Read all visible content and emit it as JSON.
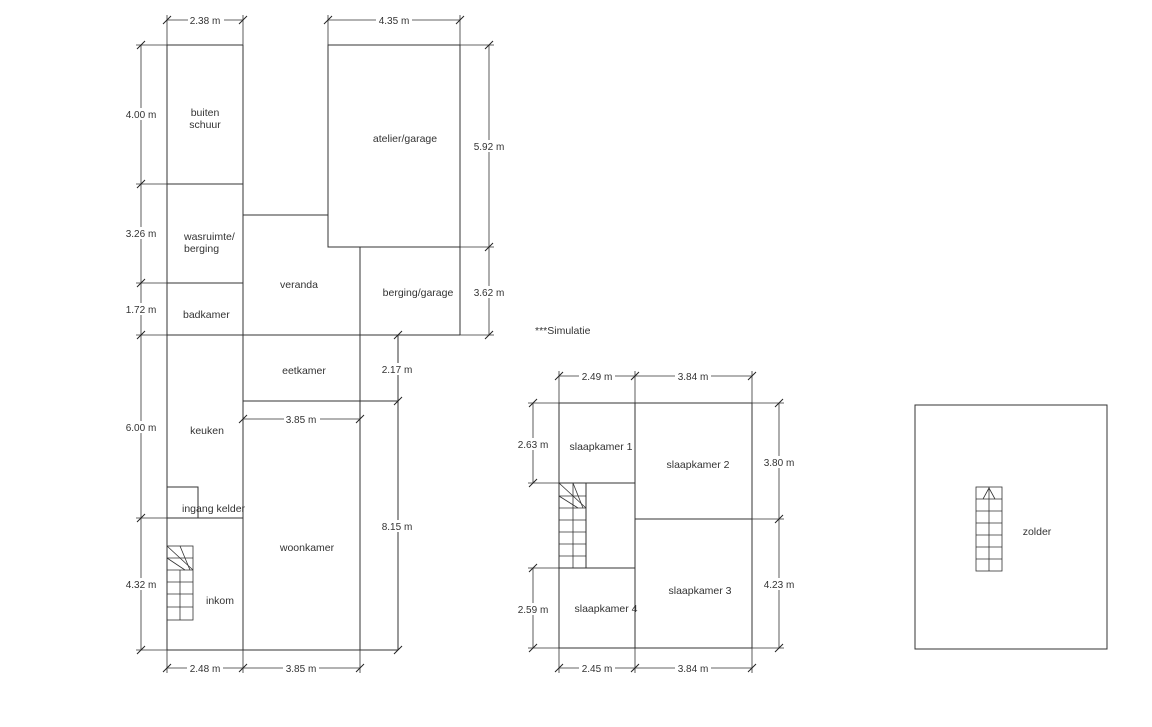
{
  "note": "***Simulatie",
  "ground_floor": {
    "rooms": {
      "buiten_schuur": [
        "buiten",
        "schuur"
      ],
      "wasruimte_berging": [
        "wasruimte/",
        "berging"
      ],
      "badkamer": "badkamer",
      "veranda": "veranda",
      "atelier_garage": "atelier/garage",
      "berging_garage": "berging/garage",
      "eetkamer": "eetkamer",
      "keuken": "keuken",
      "ingang_kelder": "ingang kelder",
      "woonkamer": "woonkamer",
      "inkom": "inkom"
    },
    "dims": {
      "top_left_width": "2.38 m",
      "top_right_width": "4.35 m",
      "schuur_height": "4.00 m",
      "wasruimte_height": "3.26 m",
      "badkamer_height": "1.72 m",
      "keuken_height": "6.00 m",
      "inkom_height": "4.32 m",
      "atelier_height": "5.92 m",
      "berging_height": "3.62 m",
      "eetkamer_height": "2.17 m",
      "woonkamer_inner_width": "3.85 m",
      "woonkamer_height": "8.15 m",
      "bottom_left_width": "2.48 m",
      "bottom_right_width": "3.85 m"
    }
  },
  "first_floor": {
    "rooms": {
      "slaapkamer_1": "slaapkamer 1",
      "slaapkamer_2": "slaapkamer 2",
      "slaapkamer_3": "slaapkamer 3",
      "slaapkamer_4": "slaapkamer 4"
    },
    "dims": {
      "top_left_width": "2.49 m",
      "top_right_width": "3.84 m",
      "left_top_height": "2.63 m",
      "left_bottom_height": "2.59 m",
      "right_top_height": "3.80 m",
      "right_bottom_height": "4.23 m",
      "bottom_left_width": "2.45 m",
      "bottom_right_width": "3.84 m"
    }
  },
  "attic": {
    "rooms": {
      "zolder": "zolder"
    }
  }
}
